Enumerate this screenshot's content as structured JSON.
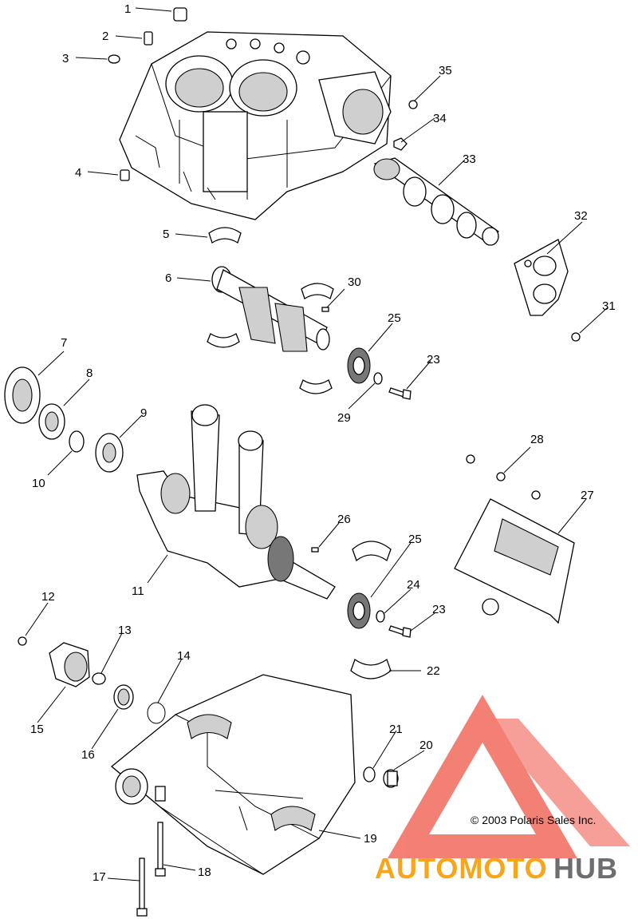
{
  "callouts": {
    "c1": "1",
    "c2": "2",
    "c3": "3",
    "c4": "4",
    "c5": "5",
    "c6": "6",
    "c7": "7",
    "c8": "8",
    "c9": "9",
    "c10": "10",
    "c11": "11",
    "c12": "12",
    "c13": "13",
    "c14": "14",
    "c15": "15",
    "c16": "16",
    "c17": "17",
    "c18": "18",
    "c19": "19",
    "c20": "20",
    "c21": "21",
    "c22": "22",
    "c23a": "23",
    "c23b": "23",
    "c24": "24",
    "c25a": "25",
    "c25b": "25",
    "c26": "26",
    "c27": "27",
    "c28": "28",
    "c29": "29",
    "c30": "30",
    "c31": "31",
    "c32": "32",
    "c33": "33",
    "c34": "34",
    "c35": "35"
  },
  "copyright": "© 2003 Polaris Sales Inc.",
  "watermark": {
    "part1": "AUTOMOTO",
    "part2": "HUB"
  },
  "colors": {
    "watermark_red": "#f26a5e",
    "watermark_orange": "#f7a61b",
    "watermark_gray": "#6d6e71"
  }
}
